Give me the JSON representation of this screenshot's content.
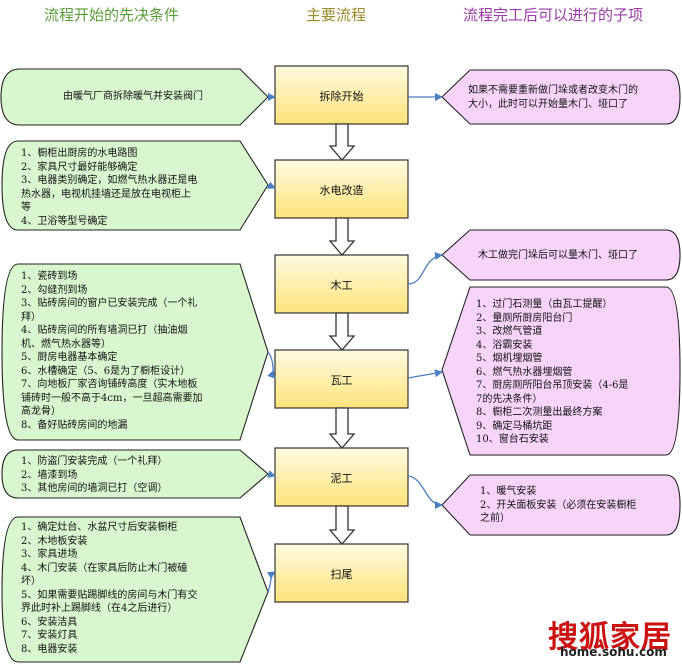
{
  "headers": {
    "left": "流程开始的先决条件",
    "middle": "主要流程",
    "right": "流程完工后可以进行的子项"
  },
  "steps": [
    "拆除开始",
    "水电改造",
    "木工",
    "瓦工",
    "泥工",
    "扫尾"
  ],
  "pre_conditions": [
    {
      "lines": [
        "由暖气厂商拆除暖气并安装阀门"
      ]
    },
    {
      "lines": [
        "1、橱柜出厨房的水电路图",
        "2、家具尺寸最好能够确定",
        "3、电器类别确定，如燃气热水器还是电",
        "热水器，电视机挂墙还是放在电视柜上",
        "等",
        "4、卫浴等型号确定"
      ]
    },
    {
      "lines": [
        "1、瓷砖到场",
        "2、勾缝剂到场",
        "3、贴砖房间的窗户已安装完成（一个礼",
        "拜）",
        "4、贴砖房间的所有墙洞已打（抽油烟",
        "机、燃气热水器等）",
        "5、厨房电器基本确定",
        "6、水槽确定（5、6是为了橱柜设计）",
        "7、向地板厂家咨询铺砖高度（实木地板",
        "铺砖时一般不高于4cm，一旦超高需要加",
        "高龙骨）",
        "8、备好贴砖房间的地漏"
      ]
    },
    {
      "lines": [
        "1、防盗门安装完成（一个礼拜）",
        "2、墙漆到场",
        "3、其他房间的墙洞已打（空调）"
      ]
    },
    {
      "lines": [
        "1、确定灶台、水盆尺寸后安装橱柜",
        "2、木地板安装",
        "3、家具进场",
        "4、木门安装（在家具后防止木门被磕",
        "坏）",
        "5、如果需要贴踢脚线的房间与木门有交",
        "界此时补上踢脚线（在4之后进行）",
        "6、安装洁具",
        "7、安装灯具",
        "8、电器安装"
      ]
    }
  ],
  "follow_ups": [
    {
      "lines": [
        "如果不需要重新做门垛或者改变木门的",
        "大小，此时可以开始量木门、垭口了"
      ]
    },
    {
      "lines": [
        "木工做完门垛后可以量木门、垭口了"
      ]
    },
    {
      "lines": [
        "1、过门石测量（由瓦工提醒）",
        "2、量厕所厨房阳台门",
        "3、改燃气管道",
        "4、浴霸安装",
        "5、烟机埋烟管",
        "6、燃气热水器埋烟管",
        "7、厨房厕所阳台吊顶安装（4-6是",
        "7的先决条件）",
        "8、橱柜二次测量出最终方案",
        "9、确定马桶坑距",
        "10、窗台石安装"
      ]
    },
    {
      "lines": [
        "1、暖气安装",
        "2、开关面板安装（必须在安装橱柜",
        "之前）"
      ]
    }
  ],
  "watermark": {
    "brand": "搜狐家居",
    "url": "home.sohu.com"
  }
}
